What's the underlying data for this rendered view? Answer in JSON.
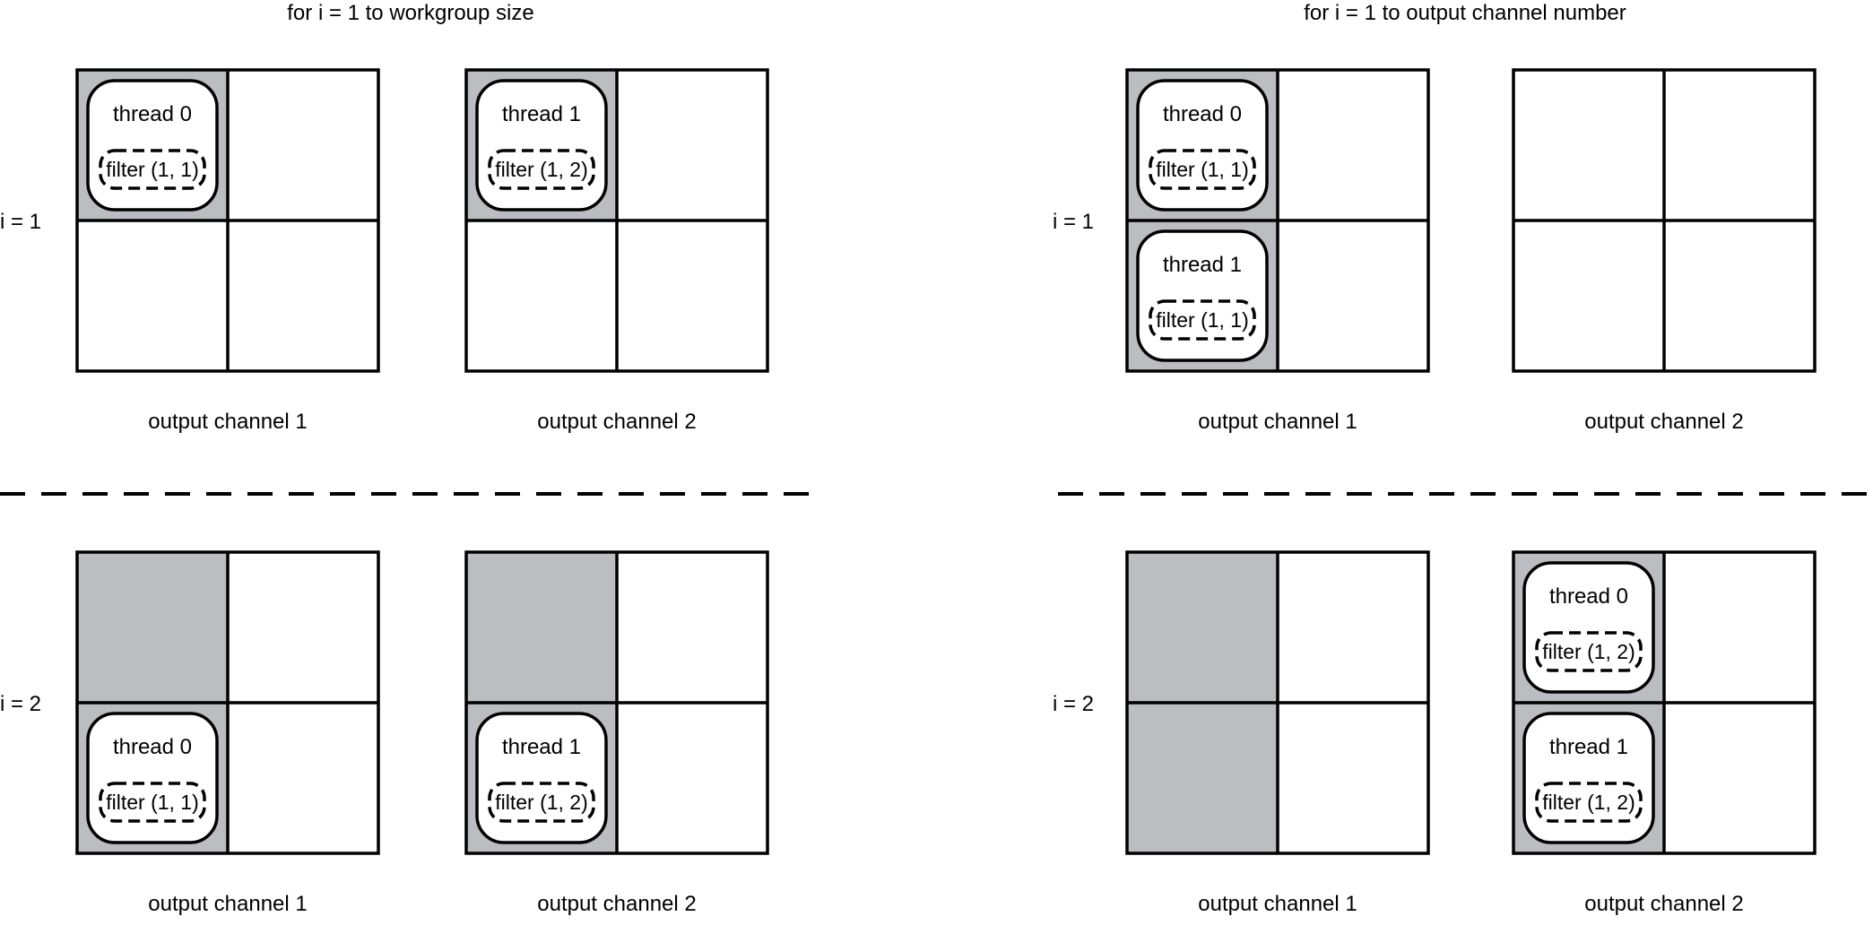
{
  "colors": {
    "shade": "#bcbdc0",
    "line": "#000000",
    "background": "#ffffff"
  },
  "titles": {
    "left": "for i = 1 to workgroup size",
    "right": "for i = 1 to output channel number"
  },
  "rows": [
    {
      "label": "i = 1"
    },
    {
      "label": "i = 2"
    }
  ],
  "caption": "output channel 1",
  "panels": [
    {
      "id": "left-i1",
      "grids": [
        {
          "caption": "output channel 1",
          "shaded": [
            0
          ],
          "threads": [
            {
              "cell": 0,
              "label": "thread 0",
              "filter": "filter (1, 1)"
            }
          ]
        },
        {
          "caption": "output channel 2",
          "shaded": [
            0
          ],
          "threads": [
            {
              "cell": 0,
              "label": "thread 1",
              "filter": "filter (1, 2)"
            }
          ]
        }
      ]
    },
    {
      "id": "right-i1",
      "grids": [
        {
          "caption": "output channel 1",
          "shaded": [
            0,
            2
          ],
          "threads": [
            {
              "cell": 0,
              "label": "thread 0",
              "filter": "filter (1, 1)"
            },
            {
              "cell": 2,
              "label": "thread 1",
              "filter": "filter (1, 1)"
            }
          ]
        },
        {
          "caption": "output channel 2",
          "shaded": [],
          "threads": []
        }
      ]
    },
    {
      "id": "left-i2",
      "grids": [
        {
          "caption": "output channel 1",
          "shaded": [
            0,
            2
          ],
          "threads": [
            {
              "cell": 2,
              "label": "thread 0",
              "filter": "filter (1, 1)"
            }
          ]
        },
        {
          "caption": "output channel 2",
          "shaded": [
            0,
            2
          ],
          "threads": [
            {
              "cell": 2,
              "label": "thread 1",
              "filter": "filter (1, 2)"
            }
          ]
        }
      ]
    },
    {
      "id": "right-i2",
      "grids": [
        {
          "caption": "output channel 1",
          "shaded": [
            0,
            2
          ],
          "threads": []
        },
        {
          "caption": "output channel 2",
          "shaded": [
            0,
            2
          ],
          "threads": [
            {
              "cell": 0,
              "label": "thread 0",
              "filter": "filter (1, 2)"
            },
            {
              "cell": 2,
              "label": "thread 1",
              "filter": "filter (1, 2)"
            }
          ]
        }
      ]
    }
  ]
}
